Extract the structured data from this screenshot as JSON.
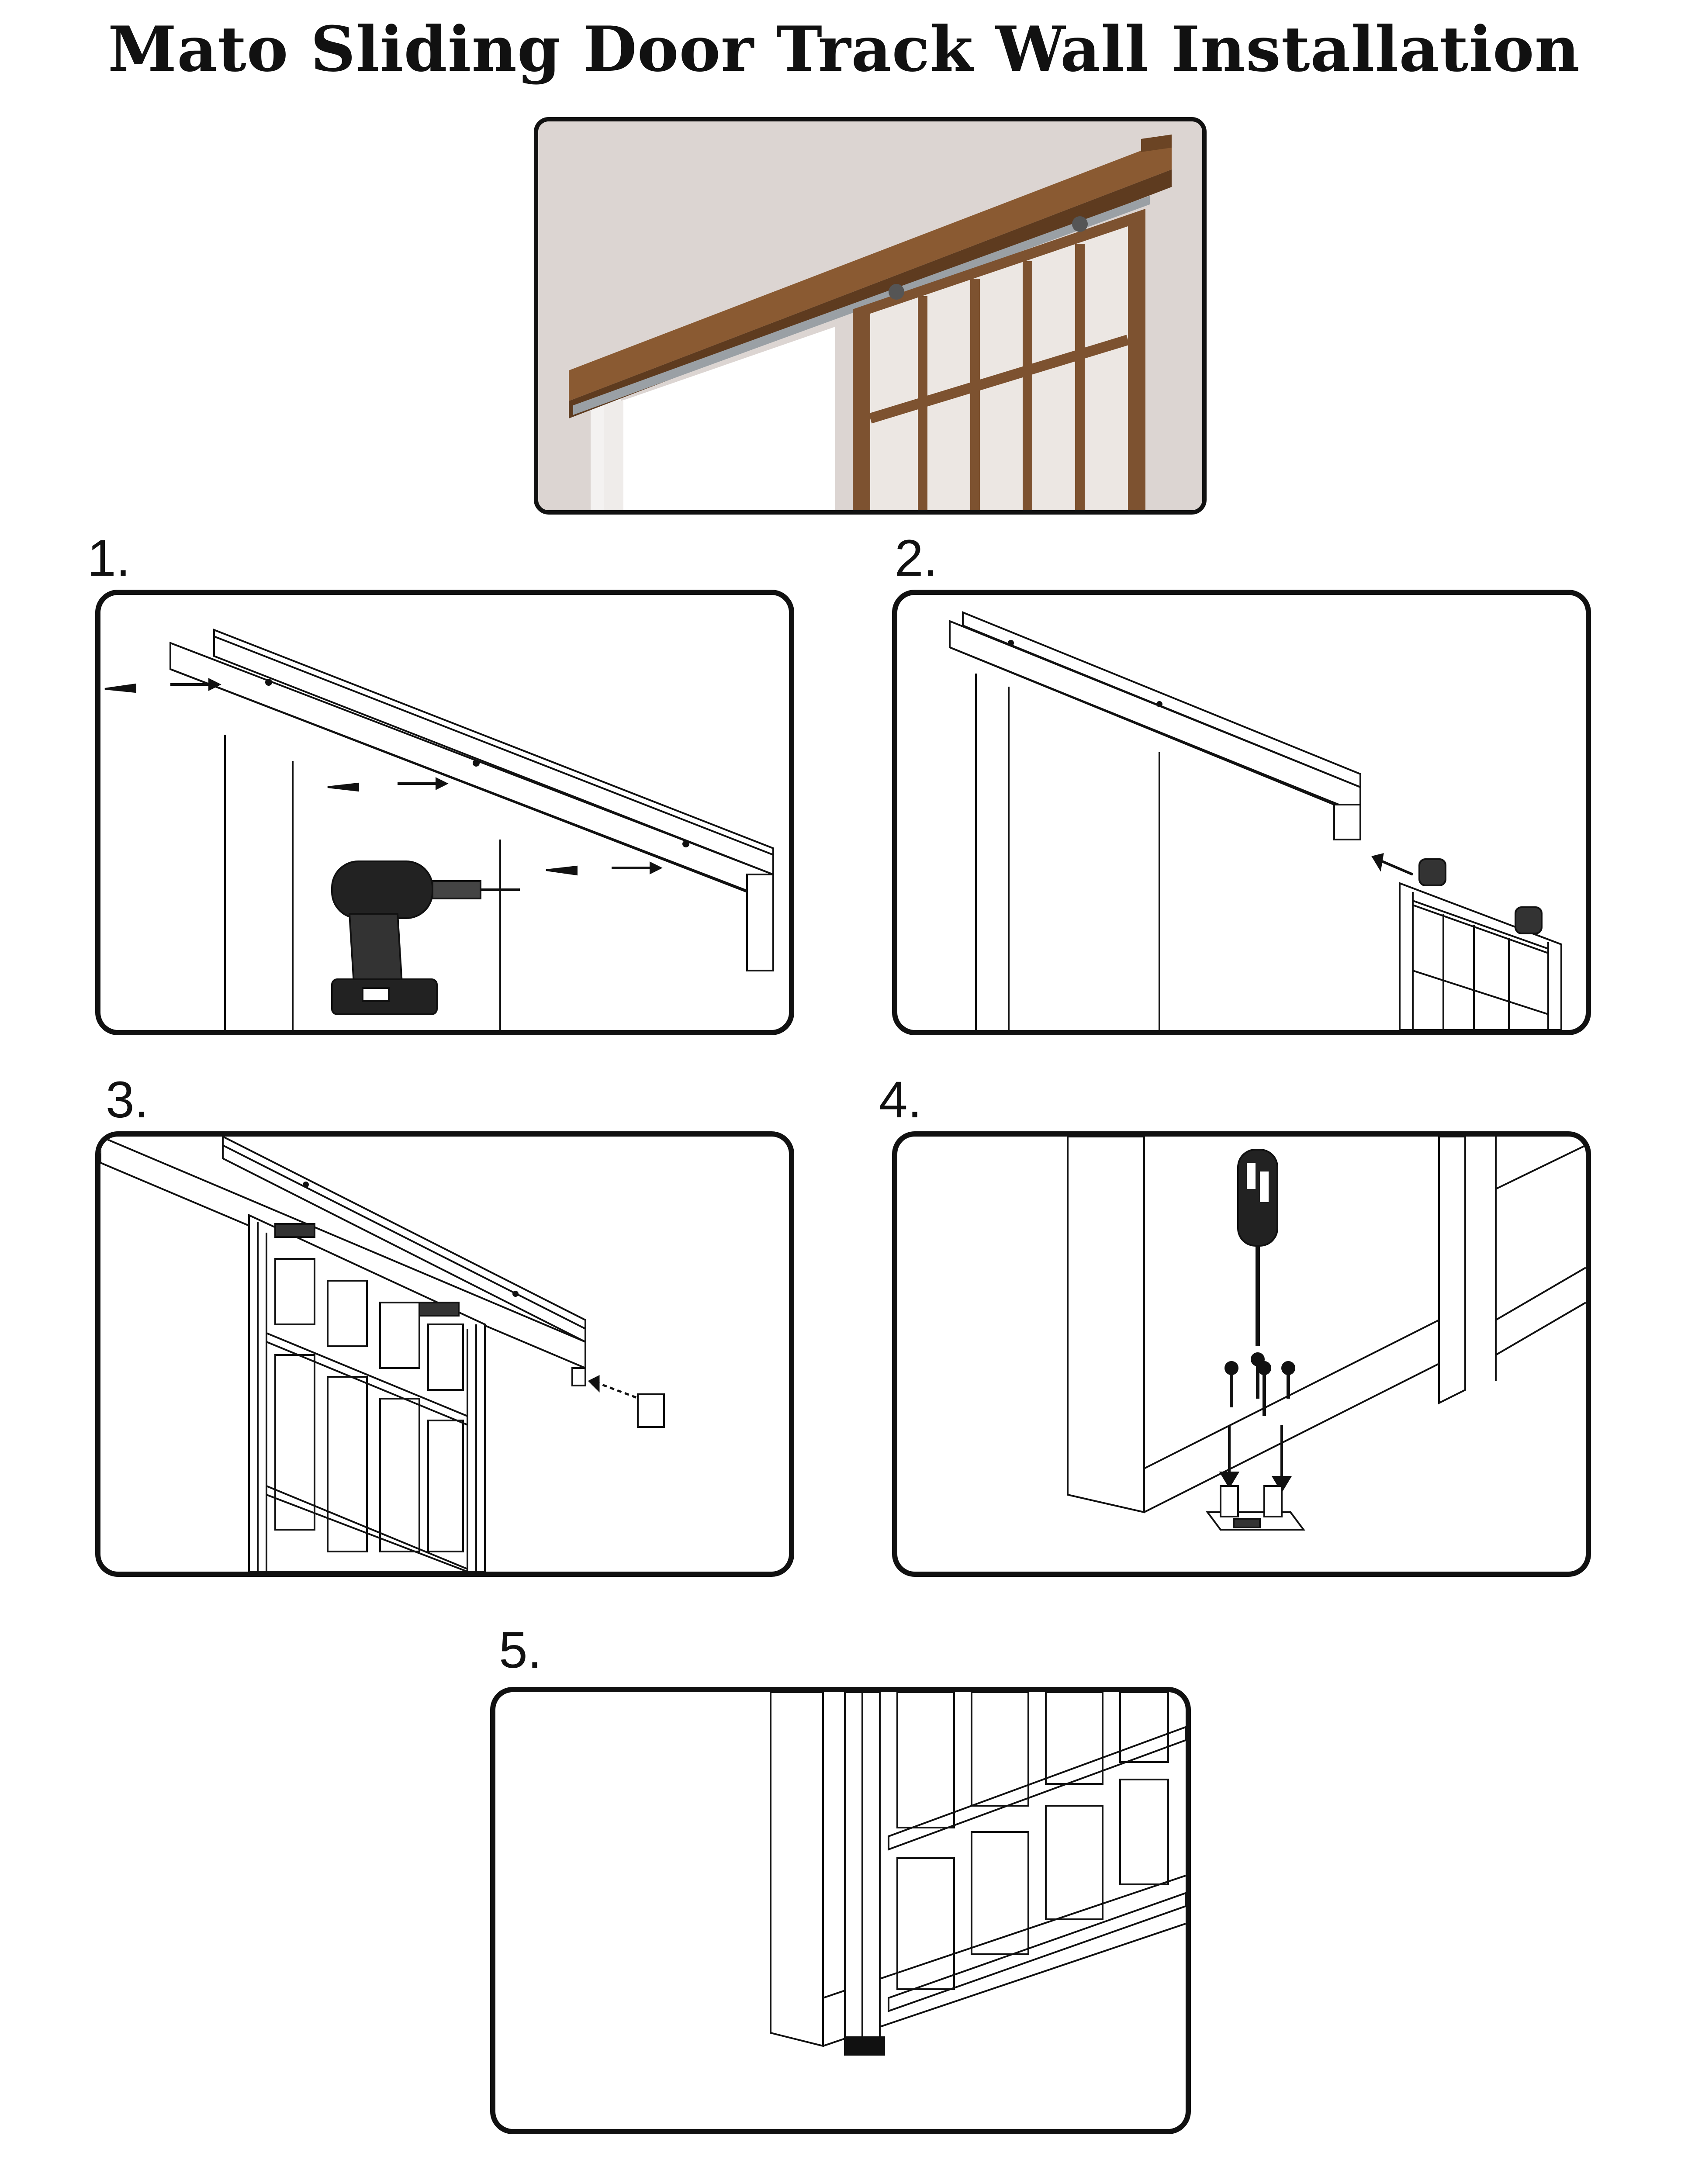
{
  "title": "Mato Sliding Door Track Wall Installation",
  "steps": [
    {
      "label": "1."
    },
    {
      "label": "2."
    },
    {
      "label": "3."
    },
    {
      "label": "4."
    },
    {
      "label": "5."
    }
  ],
  "colors": {
    "wood": "#8a5a32",
    "wood_dark": "#5e3b1f",
    "wall": "#d9d1ce",
    "line": "#111111"
  },
  "icons": [
    "drill-icon",
    "screwdriver-icon",
    "screw-icon",
    "arrow-icon",
    "floor-guide-icon",
    "roller-icon",
    "end-cap-icon"
  ]
}
